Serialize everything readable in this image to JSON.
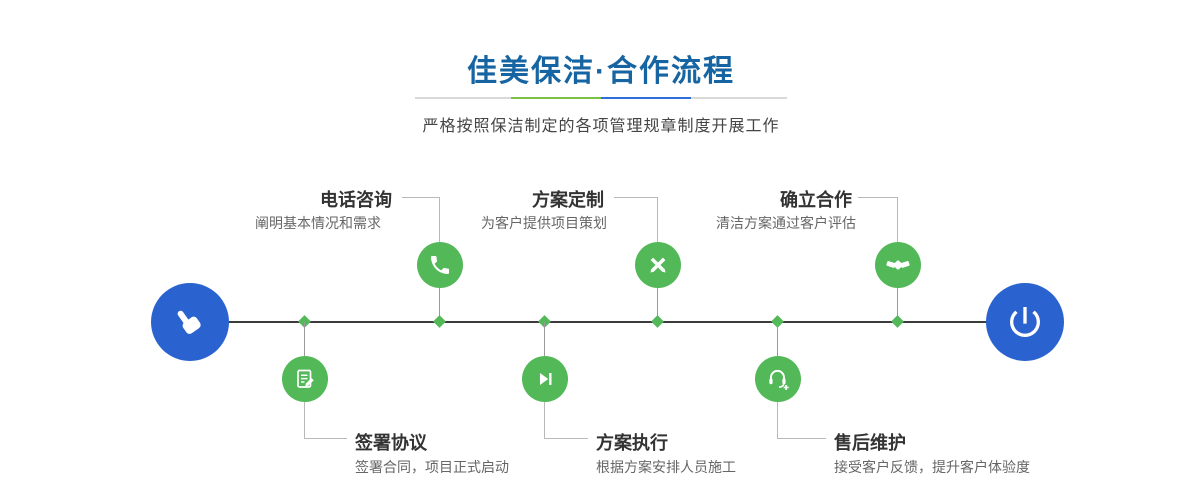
{
  "header": {
    "title": "佳美保洁·合作流程",
    "subtitle": "严格按照保洁制定的各项管理规章制度开展工作"
  },
  "steps": [
    {
      "title": "电话咨询",
      "desc": "阐明基本情况和需求",
      "icon": "phone-icon",
      "row": "top"
    },
    {
      "title": "方案定制",
      "desc": "为客户提供项目策划",
      "icon": "design-tools-icon",
      "row": "top"
    },
    {
      "title": "确立合作",
      "desc": "清洁方案通过客户评估",
      "icon": "handshake-icon",
      "row": "top"
    },
    {
      "title": "签署协议",
      "desc": "签署合同，项目正式启动",
      "icon": "contract-edit-icon",
      "row": "bottom"
    },
    {
      "title": "方案执行",
      "desc": "根据方案安排人员施工",
      "icon": "play-next-icon",
      "row": "bottom"
    },
    {
      "title": "售后维护",
      "desc": "接受客户反馈，提升客户体验度",
      "icon": "headset-support-icon",
      "row": "bottom"
    }
  ],
  "terminals": {
    "start_icon": "pointing-hand-icon",
    "end_icon": "power-icon"
  },
  "colors": {
    "title_blue": "#1665a2",
    "step_green": "#52b858",
    "terminal_blue": "#2a63cf",
    "timeline_dark": "#3c3c3c",
    "divider_green": "#7ac143",
    "divider_blue": "#2e6fd8"
  }
}
